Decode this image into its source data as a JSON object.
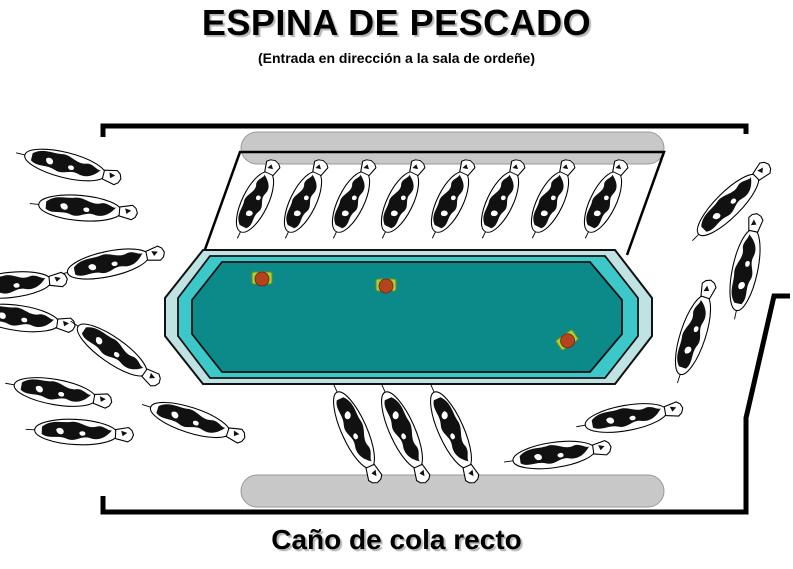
{
  "title": "ESPINA DE PESCADO",
  "subtitle": "(Entrada en dirección a la sala de ordeñe)",
  "caption": "Caño de cola recto",
  "colors": {
    "pit": "#0c8a8a",
    "pit_border": "#111111",
    "step_inner": "#3cc8c8",
    "step_outer": "#bfe3e3",
    "rail": "#c8c8c8",
    "wall": "#000000",
    "operator_body": "#a5d13b",
    "operator_head": "#b5441e",
    "cow_body": "#ffffff",
    "cow_spot": "#111111"
  },
  "icons": {
    "cow": "cow-top-view-icon",
    "operator": "operator-top-view-icon"
  }
}
